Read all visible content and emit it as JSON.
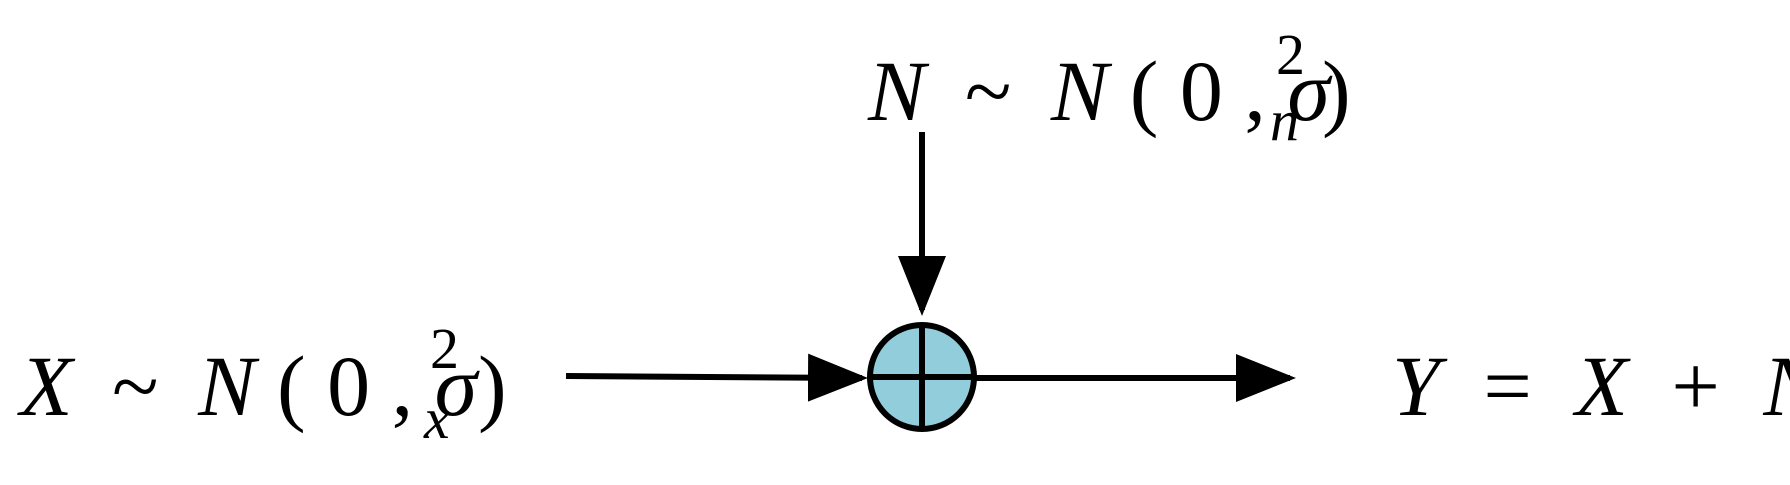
{
  "noise_label": {
    "var": "N",
    "rel": "~",
    "dist": "N",
    "open": "(",
    "mean": "0",
    "comma": ",",
    "sigma": "σ",
    "sub": "n",
    "sup": "2",
    "close": ")"
  },
  "input_label": {
    "var": "X",
    "rel": "~",
    "dist": "N",
    "open": "(",
    "mean": "0",
    "comma": ",",
    "sigma": "σ",
    "sub": "x",
    "sup": "2",
    "close": ")"
  },
  "output_label": {
    "lhs": "Y",
    "eq": "=",
    "a": "X",
    "plus": "+",
    "b": "N"
  },
  "colors": {
    "adder_fill": "#92cddc",
    "stroke": "#000000"
  },
  "icons": {
    "adder": "circle-plus-adder-icon"
  }
}
